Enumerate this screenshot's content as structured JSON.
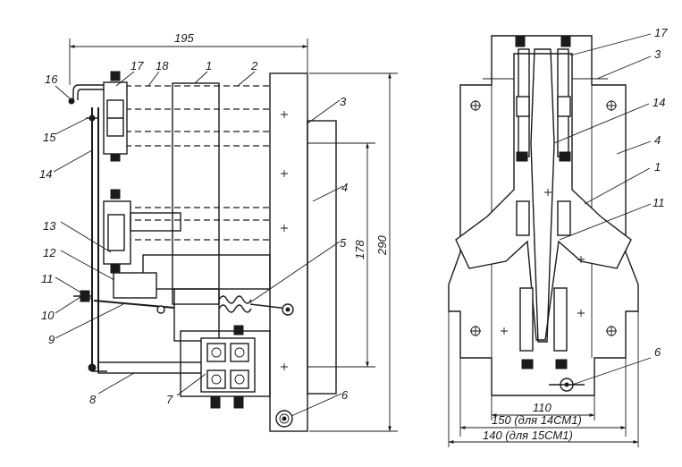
{
  "side_view": {
    "dimensions": {
      "width": "195",
      "height_overall": "290",
      "height_inner": "178"
    },
    "labels": [
      "1",
      "2",
      "3",
      "4",
      "5",
      "6",
      "7",
      "8",
      "9",
      "10",
      "11",
      "12",
      "13",
      "14",
      "15",
      "16",
      "17",
      "18"
    ]
  },
  "front_view": {
    "dimensions": {
      "inner": "110",
      "width_14cm1": "150 (для 14СМ1)",
      "width_15cm1": "140 (для 15СМ1)"
    },
    "labels": [
      "17",
      "3",
      "14",
      "4",
      "1",
      "11",
      "6"
    ]
  }
}
